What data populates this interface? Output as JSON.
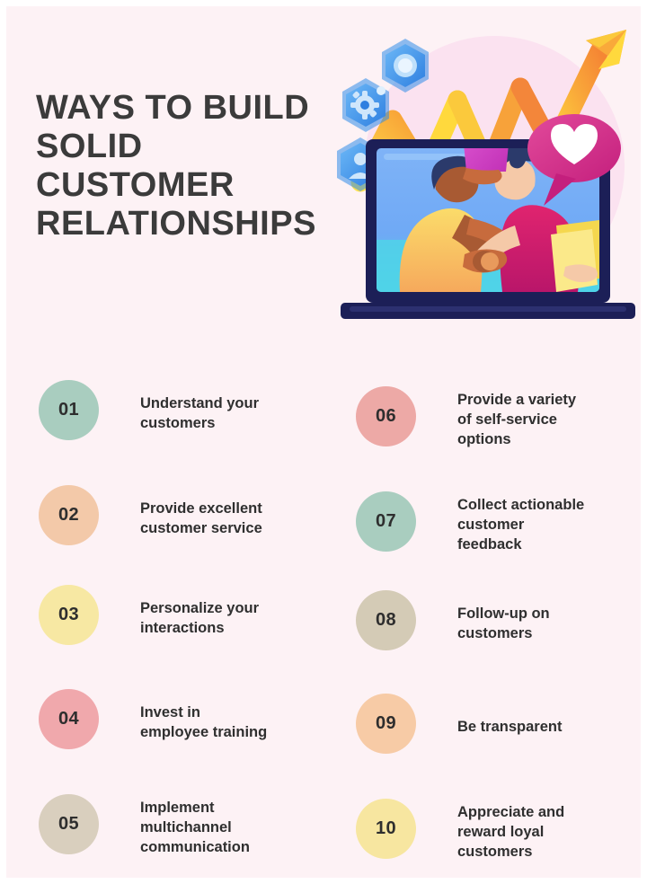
{
  "poster": {
    "background_color": "#fdf2f5",
    "frame_color": "#ffffff",
    "title_color": "#3b3b3b",
    "body_text_color": "#2f2f2f"
  },
  "title": {
    "full": "WAYS TO BUILD SOLID CUSTOMER RELATIONSHIPS",
    "lines": [
      "WAYS TO BUILD",
      "SOLID",
      "CUSTOMER",
      "RELATIONSHIPS"
    ]
  },
  "illustration": {
    "name": "customer-relationship-handshake-illustration",
    "circle_backdrop_color": "#fbe2f0",
    "laptop_frame_color": "#1c1f57",
    "laptop_screen_color": "#6fa9f5",
    "laptop_screen_lower_color": "#4fd3e8",
    "arrow_color_start": "#ffd93d",
    "arrow_color_end": "#f58634",
    "heart_bubble_color": "#d6338a",
    "heart_color": "#ffffff",
    "hexagon_color": "#2f8ce8",
    "hexagon_color_light": "#6cb8f7",
    "shopping_bag_color": "#d64bc7",
    "person_left_shirt_color": "#f9d65c",
    "person_left_skin_color": "#a85a33",
    "person_left_hair_color": "#2b3a6b",
    "person_right_shirt_color": "#d0206a",
    "person_right_skin_color": "#f5c9a8",
    "person_right_hair_color": "#2b3a6b",
    "folder_color": "#f5d74e",
    "icons": [
      "gear-icon",
      "ring-icon",
      "person-icon",
      "heart-icon",
      "growth-arrow-icon",
      "shopping-bag-icon",
      "laptop-icon"
    ]
  },
  "list": {
    "left_column": [
      {
        "number": "01",
        "color": "#a9cdbf",
        "lines": [
          "Understand your",
          "customers"
        ],
        "text": "Understand your customers"
      },
      {
        "number": "02",
        "color": "#f3c9a9",
        "lines": [
          "Provide excellent",
          "customer service"
        ],
        "text": "Provide excellent customer service"
      },
      {
        "number": "03",
        "color": "#f7e8a3",
        "lines": [
          "Personalize your",
          "interactions"
        ],
        "text": "Personalize your interactions"
      },
      {
        "number": "04",
        "color": "#f0a8ac",
        "lines": [
          "Invest in",
          "employee training"
        ],
        "text": "Invest in employee training"
      },
      {
        "number": "05",
        "color": "#d9cfbe",
        "lines": [
          "Implement",
          "multichannel",
          "communication"
        ],
        "text": "Implement multichannel communication"
      }
    ],
    "right_column": [
      {
        "number": "06",
        "color": "#eda9a6",
        "lines": [
          "Provide a variety",
          "of self-service",
          "options"
        ],
        "text": "Provide a variety of self-service options"
      },
      {
        "number": "07",
        "color": "#a9cdbf",
        "lines": [
          "Collect actionable",
          "customer",
          "feedback"
        ],
        "text": "Collect actionable customer feedback"
      },
      {
        "number": "08",
        "color": "#d4cbb6",
        "lines": [
          "Follow-up on",
          "customers"
        ],
        "text": "Follow-up on customers"
      },
      {
        "number": "09",
        "color": "#f7cba6",
        "lines": [
          "Be transparent"
        ],
        "text": "Be transparent"
      },
      {
        "number": "10",
        "color": "#f7e6a0",
        "lines": [
          "Appreciate and",
          "reward loyal",
          "customers"
        ],
        "text": "Appreciate and reward loyal customers"
      }
    ]
  }
}
